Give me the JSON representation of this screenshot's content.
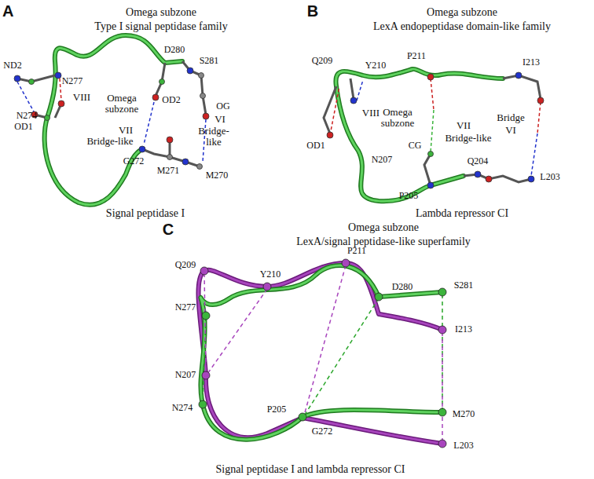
{
  "diagram": {
    "labels": [
      "A",
      "Omega subzone",
      "Type I signal peptidase family",
      "ND2",
      "N277",
      "D280",
      "VIII",
      "OD1",
      "Omega subzone",
      "OD2",
      "VI",
      "Bridge-like",
      "S281",
      "OG",
      "N274",
      "VII",
      "Bridge-like",
      "G272",
      "M271",
      "M270",
      "Signal peptidase I",
      "B",
      "Omega subzone",
      "LexA endopeptidase domain-like family",
      "Q209",
      "Y210",
      "P211",
      "I213",
      "VIII",
      "Omega subzone",
      "VII",
      "Bridge-like",
      "Bridge",
      "VI",
      "OD1",
      "N207",
      "CG",
      "Q204",
      "L203",
      "P205",
      "Lambda repressor CI",
      "C",
      "Omega subzone",
      "LexA/signal peptidase-like superfamily",
      "Q209",
      "Y210",
      "P211",
      "N277",
      "D280",
      "S281",
      "I213",
      "N207",
      "N274",
      "P205",
      "G272",
      "M270",
      "L203",
      "Signal peptidase I and lambda repressor CI"
    ]
  }
}
